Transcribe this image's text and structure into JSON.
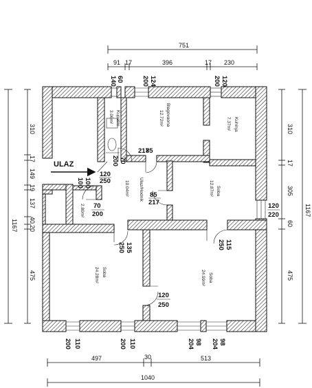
{
  "entrance_label": "ULAZ",
  "rooms": [
    {
      "name": "Kupatilo",
      "area": "3.06m²"
    },
    {
      "name": "Blagovaona",
      "area": "12.72m²"
    },
    {
      "name": "Kuhinja",
      "area": "7.37m²"
    },
    {
      "name": "Ulaz/Hodnik",
      "area": "10.04m²"
    },
    {
      "name": "Soba",
      "area": "12.87m²"
    },
    {
      "name": "",
      "area": "2.80m²"
    },
    {
      "name": "Soba",
      "area": "24.28m²"
    },
    {
      "name": "Soba",
      "area": "24.99m²"
    }
  ],
  "dimensions": {
    "top_total": "751",
    "top_segments": [
      "91",
      "17",
      "396",
      "17",
      "230"
    ],
    "bottom_segments": [
      "497",
      "30",
      "513"
    ],
    "bottom_total": "1040",
    "left_total": "1167",
    "left_segments": [
      "310",
      "17",
      "149",
      "19",
      "137",
      "40",
      "20",
      "475"
    ],
    "right_total": "1167",
    "right_segments": [
      "310",
      "17",
      "305",
      "60",
      "475"
    ]
  },
  "openings": {
    "kupatilo_top": [
      "60",
      "140"
    ],
    "blagovaona_top": [
      "124",
      "200"
    ],
    "kuhinja_top": [
      "120",
      "200"
    ],
    "kupatilo_door": [
      "70",
      "200"
    ],
    "entrance_door": [
      "120",
      "250"
    ],
    "entrance_side": [
      "100",
      "100"
    ],
    "blagovaona_door": [
      "85",
      "217"
    ],
    "hall_door": [
      "85",
      "217"
    ],
    "small_room_door": [
      "70",
      "200"
    ],
    "soba_right_window": [
      "120",
      "220"
    ],
    "soba_left_door": [
      "135",
      "250"
    ],
    "soba_right_door": [
      "115",
      "250"
    ],
    "connecting_door": [
      "120",
      "250"
    ],
    "bottom_window_1": [
      "110",
      "200"
    ],
    "bottom_window_2": [
      "110",
      "200"
    ],
    "bottom_window_3": [
      "98",
      "204"
    ],
    "bottom_window_4": [
      "98",
      "204"
    ]
  }
}
